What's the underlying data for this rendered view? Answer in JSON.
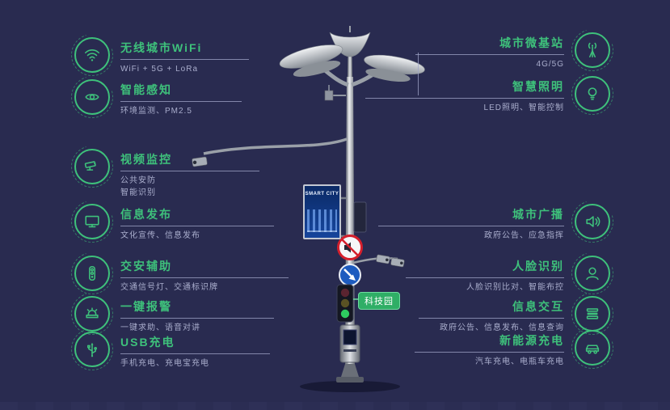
{
  "colors": {
    "background": "#292b50",
    "accent": "#3ec17b",
    "subtitle": "#a9adcc"
  },
  "left_features": [
    {
      "icon": "wifi-icon",
      "title": "无线城市WiFi",
      "subtitles": [
        "WiFi + 5G + LoRa"
      ]
    },
    {
      "icon": "sensor-icon",
      "title": "智能感知",
      "subtitles": [
        "环境监测、PM2.5"
      ]
    },
    {
      "icon": "cctv-icon",
      "title": "视频监控",
      "subtitles": [
        "公共安防",
        "智能识别"
      ]
    },
    {
      "icon": "screen-icon",
      "title": "信息发布",
      "subtitles": [
        "文化宣传、信息发布"
      ]
    },
    {
      "icon": "traffic-light-icon",
      "title": "交安辅助",
      "subtitles": [
        "交通信号灯、交通标识牌"
      ]
    },
    {
      "icon": "alarm-icon",
      "title": "一键报警",
      "subtitles": [
        "一键求助、语音对讲"
      ]
    },
    {
      "icon": "usb-icon",
      "title": "USB充电",
      "subtitles": [
        "手机充电、充电宝充电"
      ]
    }
  ],
  "right_features": [
    {
      "icon": "antenna-icon",
      "title": "城市微基站",
      "subtitles": [
        "4G/5G"
      ]
    },
    {
      "icon": "bulb-icon",
      "title": "智慧照明",
      "subtitles": [
        "LED照明、智能控制"
      ]
    },
    {
      "icon": "speaker-icon",
      "title": "城市广播",
      "subtitles": [
        "政府公告、应急指挥"
      ]
    },
    {
      "icon": "face-icon",
      "title": "人脸识别",
      "subtitles": [
        "人脸识别比对、智能布控"
      ]
    },
    {
      "icon": "info-icon",
      "title": "信息交互",
      "subtitles": [
        "政府公告、信息发布、信息查询"
      ]
    },
    {
      "icon": "ev-icon",
      "title": "新能源充电",
      "subtitles": [
        "汽车充电、电瓶车充电"
      ]
    }
  ],
  "pole": {
    "screen_title": "SMART CITY",
    "park_badge": "科技园"
  }
}
